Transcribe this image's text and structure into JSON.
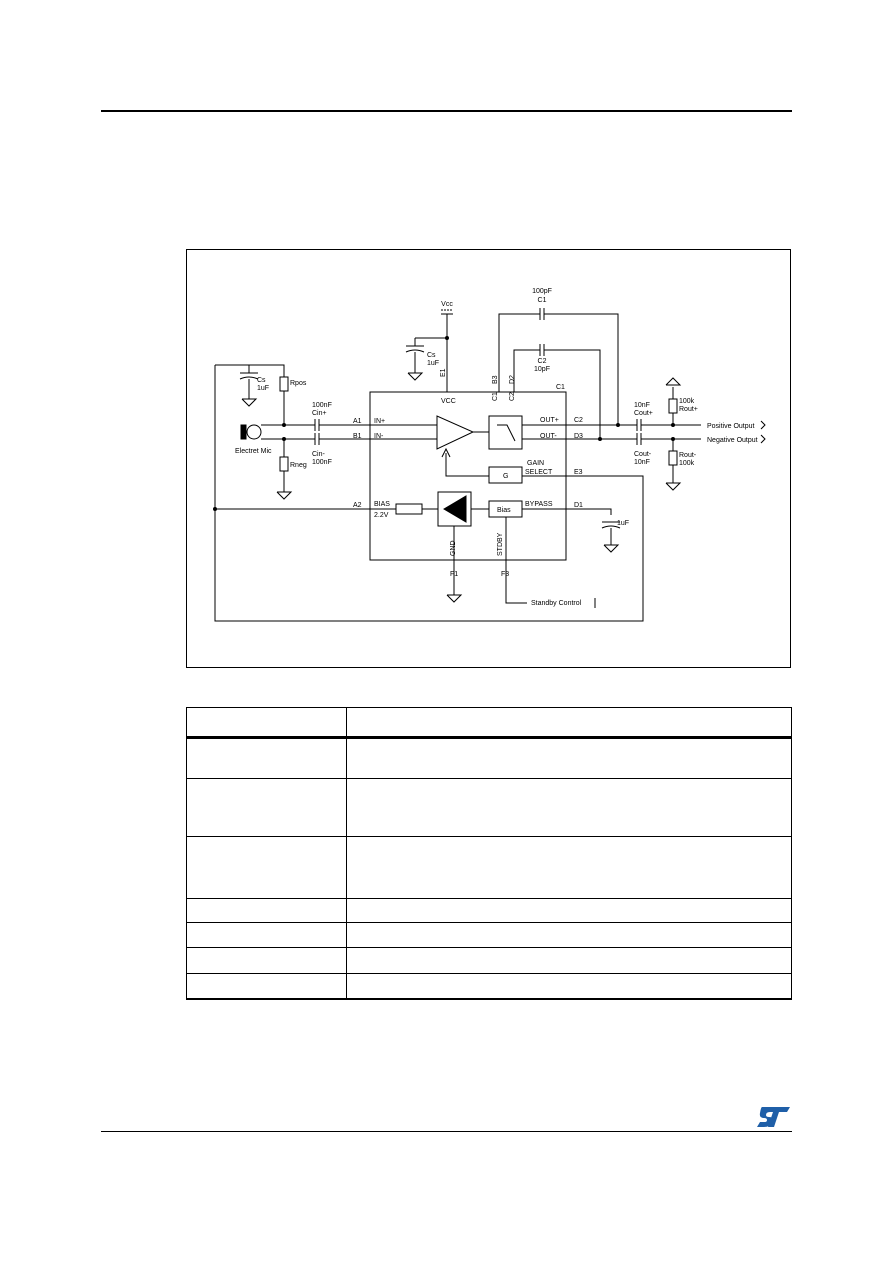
{
  "diagram": {
    "labels": {
      "vcc_supply": "Vcc",
      "c1_top_value": "100pF",
      "c1_top_name": "C1",
      "c2_value": "10pF",
      "c2_name": "C2",
      "cs_name": "Cs",
      "cs_value": "1uF",
      "cb_value": "1uF",
      "rpos": "Rpos",
      "rneg": "Rneg",
      "cin_plus_value": "100nF",
      "cin_plus_name": "Cin+",
      "cin_minus_name": "Cin-",
      "cin_minus_value": "100nF",
      "mic": "Electret Mic",
      "pin_a1": "A1",
      "pin_b1": "B1",
      "pin_a2": "A2",
      "pin_b3": "B3",
      "pin_c3": "C3",
      "pin_d1": "D1",
      "pin_d2": "D2",
      "pin_d3": "D3",
      "pin_e1": "E1",
      "pin_e2": "E2",
      "pin_e3": "E3",
      "pin_f1": "F1",
      "pin_f3": "F3",
      "pin_c1": "C1",
      "pin_c2": "C2",
      "in_plus": "IN+",
      "in_minus": "IN-",
      "vcc_pin": "VCC",
      "out_plus": "OUT+",
      "out_minus": "OUT-",
      "gain_select_1": "GAIN",
      "gain_select_2": "SELECT",
      "gain_box": "G",
      "bypass": "BYPASS",
      "bias_box": "Bias",
      "bias_1": "BIAS",
      "bias_2": "2.2V",
      "gnd": "GND",
      "stdby": "STDBY",
      "standby_control": "Standby Control",
      "cout_pos_value": "10nF",
      "cout_pos_name": "Cout+",
      "cout_neg_name": "Cout-",
      "cout_neg_value": "10nF",
      "rout_pos_value": "100k",
      "rout_pos_name": "Rout+",
      "rout_neg_name": "Rout-",
      "rout_neg_value": "100k",
      "positive_output": "Positive Output",
      "negative_output": "Negative Output"
    }
  },
  "table": {
    "header": [
      "",
      ""
    ],
    "rows": [
      [
        "",
        ""
      ],
      [
        "",
        ""
      ],
      [
        "",
        ""
      ],
      [
        "",
        ""
      ],
      [
        "",
        ""
      ],
      [
        "",
        ""
      ],
      [
        "",
        ""
      ]
    ]
  },
  "logo": {
    "text": "ST",
    "color": "#1f5fa8"
  }
}
